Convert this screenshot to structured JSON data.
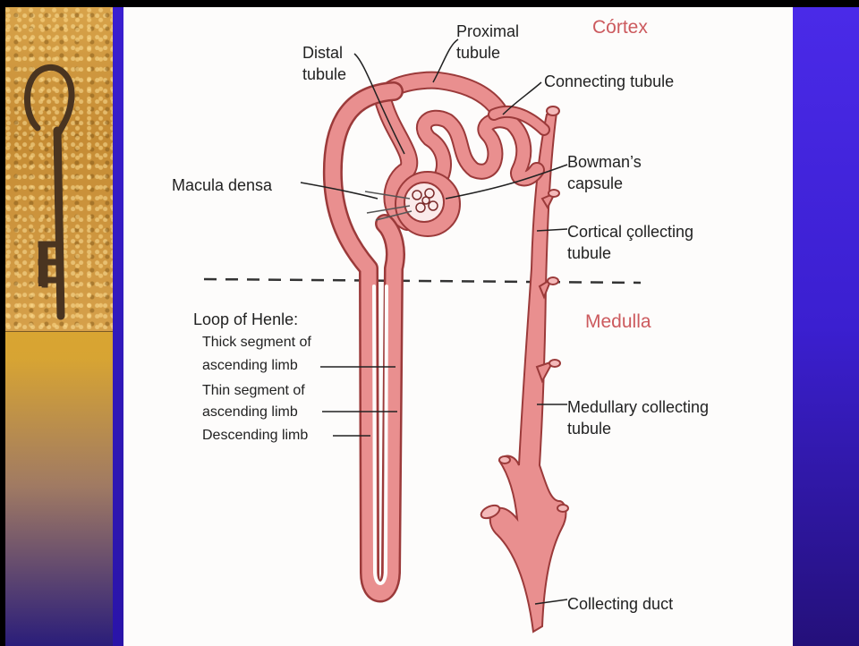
{
  "regions": {
    "cortex": "Córtex",
    "medulla": "Medulla"
  },
  "labels": {
    "proximal_1": "Proximal",
    "proximal_2": "tubule",
    "distal_1": "Distal",
    "distal_2": "tubule",
    "connecting": "Connecting tubule",
    "bowman_1": "Bowman’s",
    "bowman_2": "capsule",
    "macula": "Macula densa",
    "cortical_1": "Cortical çollecting",
    "cortical_2": "tubule",
    "loop_title": "Loop of Henle:",
    "thick_1": "Thick segment of",
    "thick_2": "ascending limb",
    "thin_1": "Thin segment of",
    "thin_2": "ascending limb",
    "descending": "Descending limb",
    "medullary_1": "Medullary collecting",
    "medullary_2": "tubule",
    "collecting_duct": "Collecting duct"
  },
  "colors": {
    "tubule_fill": "#e98f8f",
    "tubule_stroke": "#9b3a3a",
    "region_label": "#cc5a5e",
    "accent_purple": "#3b1fd0",
    "accent_gold": "#f0b020"
  }
}
